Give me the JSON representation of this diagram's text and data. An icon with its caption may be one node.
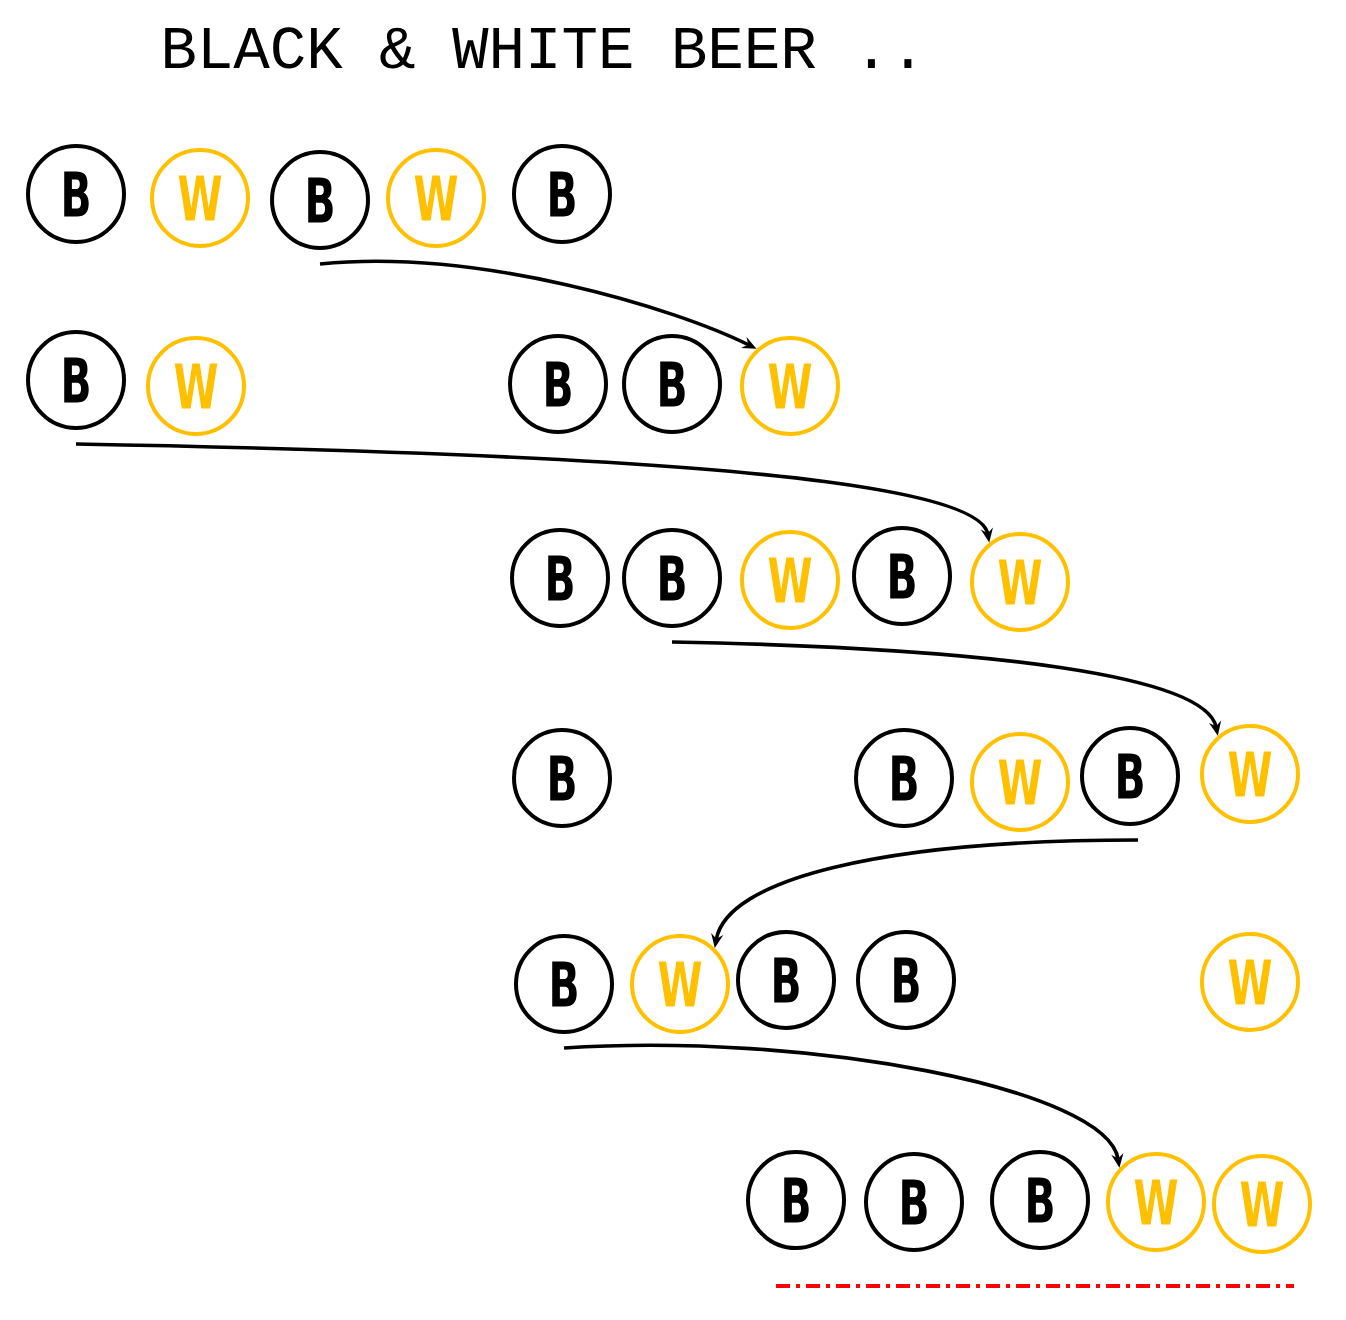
{
  "diagram": {
    "title": "BLACK & WHITE BEER ..",
    "nodes": [
      {
        "text": [
          "B"
        ]
      },
      {
        "text": [
          "W"
        ]
      },
      {
        "text": [
          "B"
        ]
      },
      {
        "text": [
          "W"
        ]
      },
      {
        "text": [
          "B"
        ]
      },
      {
        "text": [
          "B"
        ]
      },
      {
        "text": [
          "W"
        ]
      },
      {
        "text": [
          "B"
        ]
      },
      {
        "text": [
          "B"
        ]
      },
      {
        "text": [
          "W"
        ]
      },
      {
        "text": [
          "B"
        ]
      },
      {
        "text": [
          "B"
        ]
      },
      {
        "text": [
          "W"
        ]
      },
      {
        "text": [
          "B"
        ]
      },
      {
        "text": [
          "W"
        ]
      },
      {
        "text": [
          "B"
        ]
      },
      {
        "text": [
          "B"
        ]
      },
      {
        "text": [
          "W"
        ]
      },
      {
        "text": [
          "B"
        ]
      },
      {
        "text": [
          "W"
        ]
      },
      {
        "text": [
          "B"
        ]
      },
      {
        "text": [
          "W"
        ]
      },
      {
        "text": [
          "B"
        ]
      },
      {
        "text": [
          "B"
        ]
      },
      {
        "text": [
          "W"
        ]
      },
      {
        "text": [
          "B"
        ]
      },
      {
        "text": [
          "B"
        ]
      },
      {
        "text": [
          "B"
        ]
      },
      {
        "text": [
          "W"
        ]
      },
      {
        "text": [
          "W"
        ]
      }
    ],
    "edges": [
      {
        "from": 2,
        "to": 9,
        "arrow": "to"
      },
      {
        "from": 5,
        "to": 14,
        "arrow": "to"
      },
      {
        "from": 11,
        "to": 19,
        "arrow": "to"
      },
      {
        "from": 18,
        "to": 21,
        "arrow": "to"
      },
      {
        "from": 20,
        "to": 28,
        "arrow": "to"
      }
    ]
  }
}
